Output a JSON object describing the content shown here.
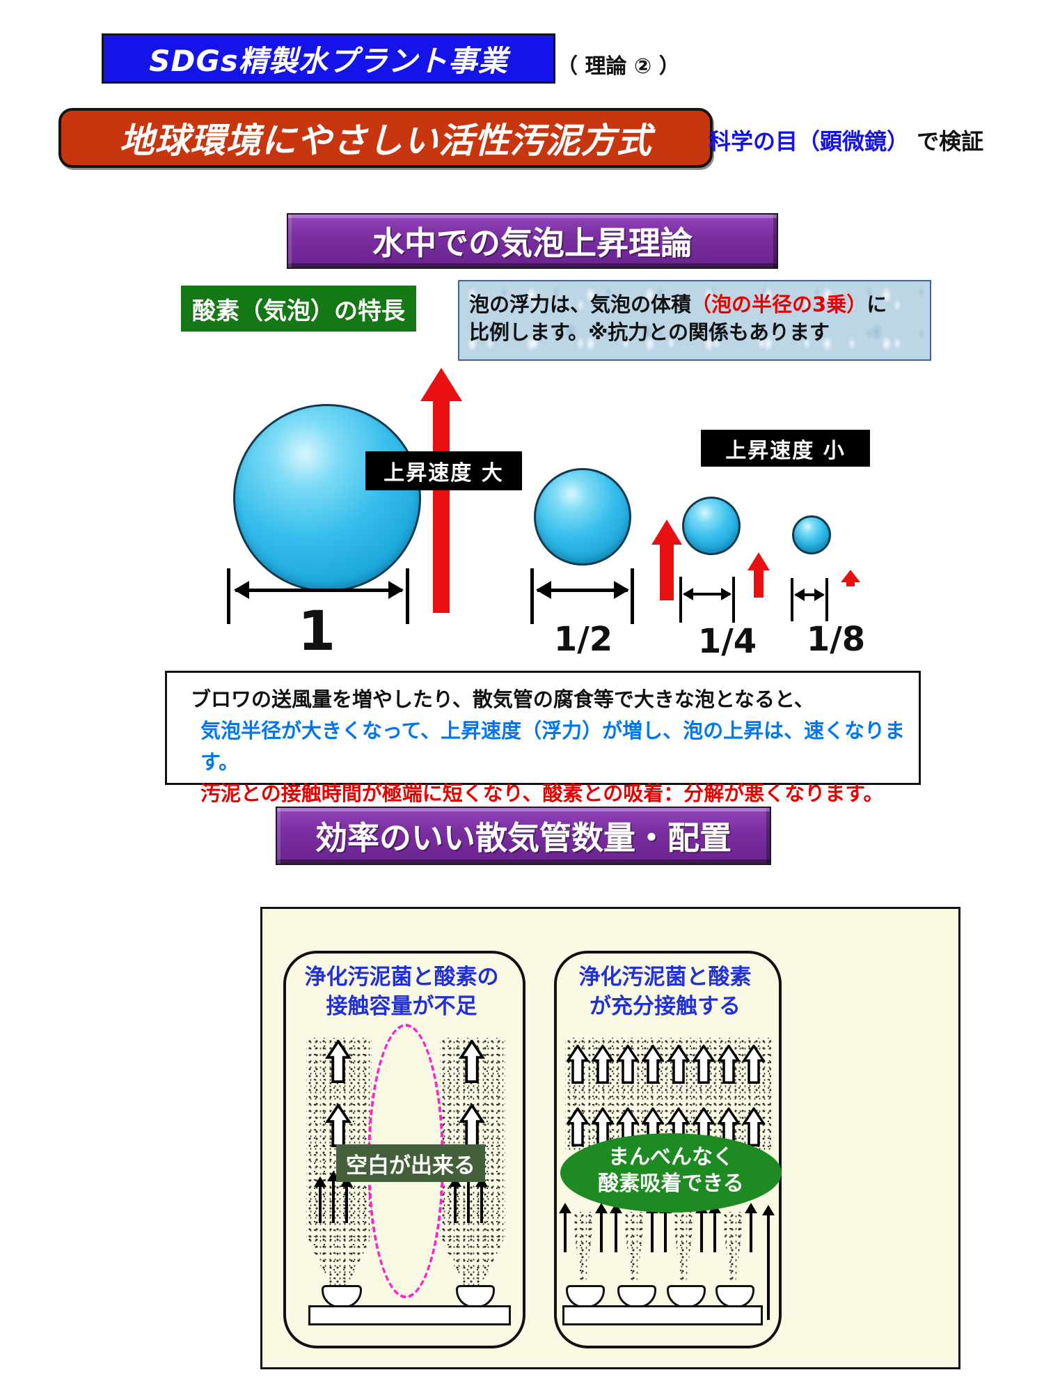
{
  "header": {
    "program_badge": "SDGs精製水プラント事業",
    "theory_label": "（ 理論 ② ）",
    "main_title": "地球環境にやさしい活性汚泥方式",
    "verification_blue": "科学の目（顕微鏡）",
    "verification_black": "で検証"
  },
  "bubble_theory": {
    "section_title": "水中での気泡上昇理論",
    "oxygen_feature_label": "酸素（気泡）の特長",
    "buoyancy_text_before": "泡の浮力は、気泡の体積",
    "buoyancy_text_red": "（泡の半径の3乗）",
    "buoyancy_text_after": "に",
    "buoyancy_text_line2": "比例します。※抗力との関係もあります",
    "rise_speed_large_label": "上昇速度 大",
    "rise_speed_small_label": "上昇速度 小",
    "bubble_size_labels": [
      "1",
      "1/2",
      "1/4",
      "1/8"
    ]
  },
  "explanation_box": {
    "line1_black": "ブロワの送風量を増やしたり、散気管の腐食等で大きな泡となると、",
    "line2_blue": "気泡半径が大きくなって、上昇速度（浮力）が増し、泡の上昇は、速くなります。",
    "line3_red": "汚泥との接触時間が極端に短くなり、酸素との吸着：分解が悪くなります。"
  },
  "diffuser_layout": {
    "section_title": "効率のいい散気管数量・配置",
    "left_tank": {
      "heading_line1": "浄化汚泥菌と酸素の",
      "heading_line2": "接触容量が不足",
      "void_label": "空白が出来る"
    },
    "right_tank": {
      "heading_line1": "浄化汚泥菌と酸素",
      "heading_line2": "が充分接触する",
      "coverage_label_line1": "まんべんなく",
      "coverage_label_line2": "酸素吸着できる"
    }
  },
  "colors": {
    "badge_blue": "#1414e8",
    "banner_red": "#c83610",
    "section_purple": "#7b2fa0",
    "feature_green": "#147814",
    "void_label_olive": "#44603a",
    "coverage_green": "#1e8a22",
    "bubble_cyan": "#35bdec",
    "arrow_red": "#e81010",
    "note_bg_blue": "#bcd6e6",
    "heading_blue": "#2230d8",
    "body_blue": "#0077f0",
    "body_red": "#e80000",
    "dashed_magenta": "#ff22cc",
    "tank_cream": "#fafae4"
  }
}
